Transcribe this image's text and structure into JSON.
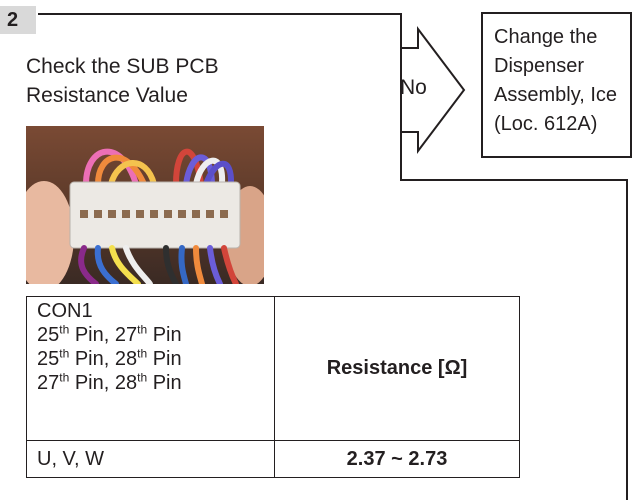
{
  "step": {
    "number": "2",
    "title": "Check the SUB PCB Resistance Value"
  },
  "branch": {
    "label": "No"
  },
  "action": {
    "text": "Change the Dispenser Assembly, Ice (Loc. 612A)"
  },
  "table": {
    "connector": "CON1",
    "pin_pairs": [
      {
        "a": "25",
        "b": "27"
      },
      {
        "a": "25",
        "b": "28"
      },
      {
        "a": "27",
        "b": "28"
      }
    ],
    "pin_suffix": "th",
    "pin_word": "Pin",
    "header": "Resistance [Ω]",
    "phase_label": "U, V, W",
    "resistance_value": "2.37 ~ 2.73"
  },
  "photo": {
    "subject": "connector-with-colored-wires"
  },
  "colors": {
    "line": "#231f20",
    "badge": "#d9d9d9"
  }
}
